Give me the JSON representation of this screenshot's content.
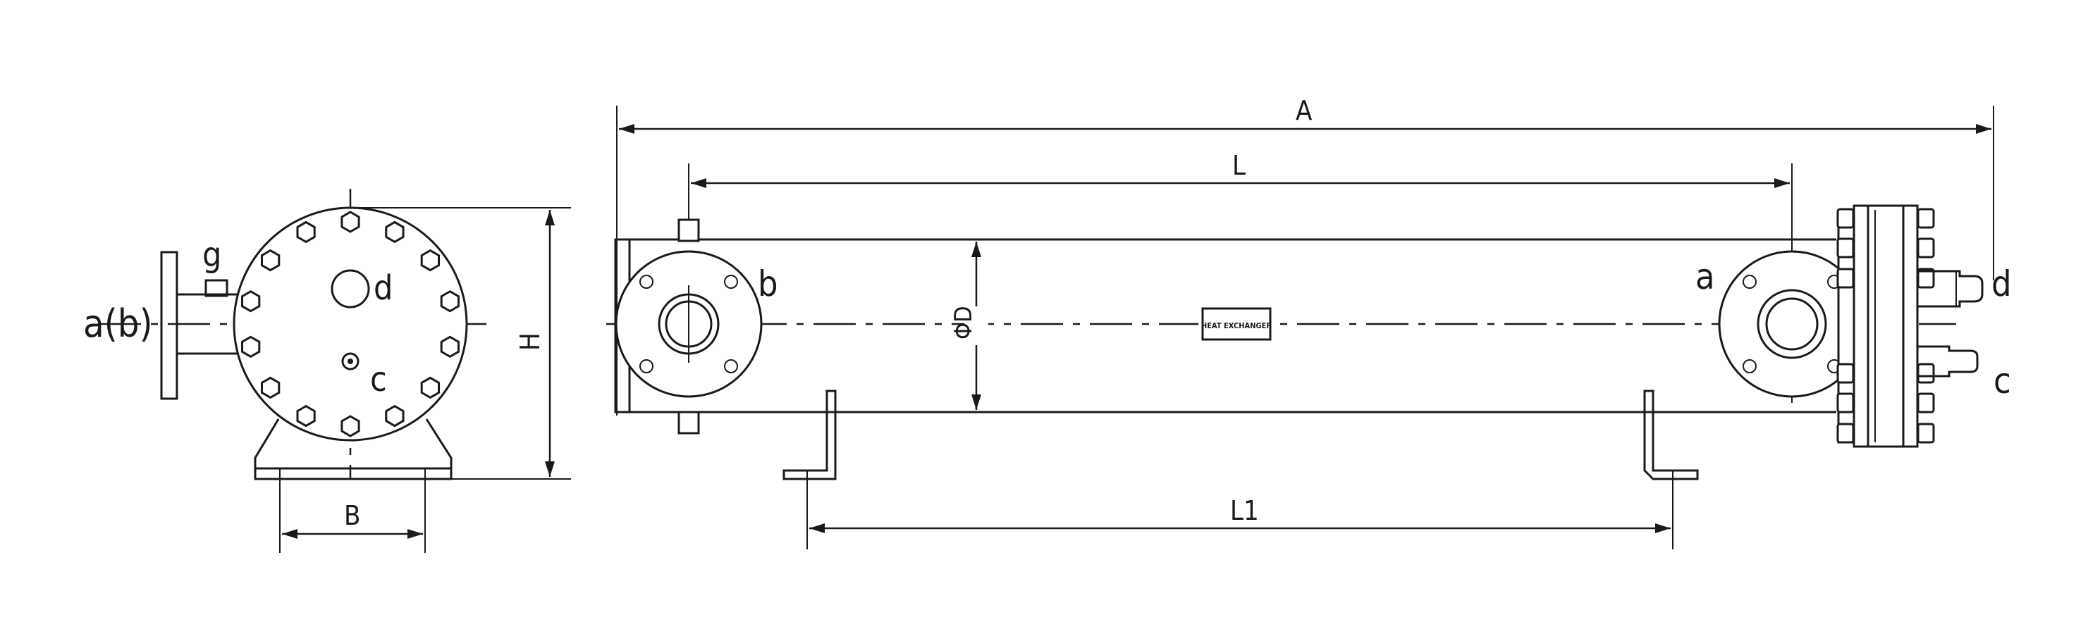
{
  "drawing": {
    "end_view": {
      "labels": {
        "inlet": "a(b)",
        "port_g": "g",
        "port_d": "d",
        "port_c": "c",
        "dim_height": "H",
        "dim_base": "B"
      }
    },
    "side_view": {
      "labels": {
        "dim_overall": "A",
        "dim_nozzle_spacing": "L",
        "dim_diameter": "ΦD",
        "dim_support_spacing": "L1",
        "nozzle_b": "b",
        "nozzle_a": "a",
        "port_d": "d",
        "port_c": "c"
      },
      "nameplate_text": "HEAT EXCHANGER"
    }
  }
}
